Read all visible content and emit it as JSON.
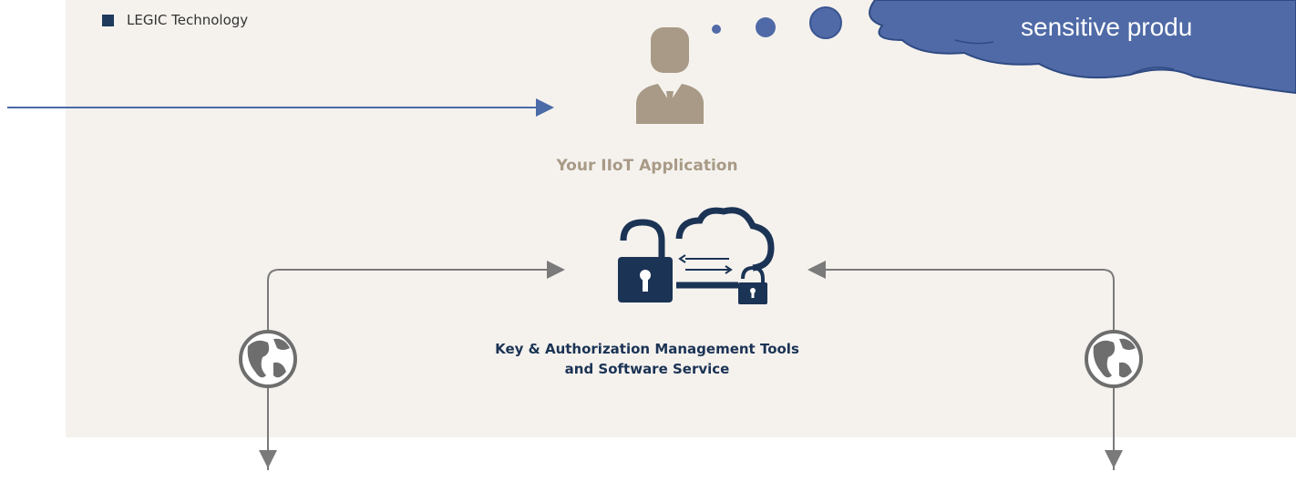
{
  "legend": {
    "label": "LEGIC Technology"
  },
  "app": {
    "label": "Your IIoT Application"
  },
  "key_tools": {
    "line1": "Key & Authorization Management Tools",
    "line2": "and Software Service"
  },
  "callout": {
    "text": "sensitive produ"
  },
  "colors": {
    "panel": "#f5f2ee",
    "navy": "#1b3354",
    "person": "#a89a86",
    "arrow": "#4a6aa8",
    "connector": "#7a7a7a",
    "cloud_fill": "#4f6aa6"
  },
  "icons": [
    "person-icon",
    "lock-cloud-icon",
    "globe-icon-left",
    "globe-icon-right",
    "thought-cloud"
  ]
}
